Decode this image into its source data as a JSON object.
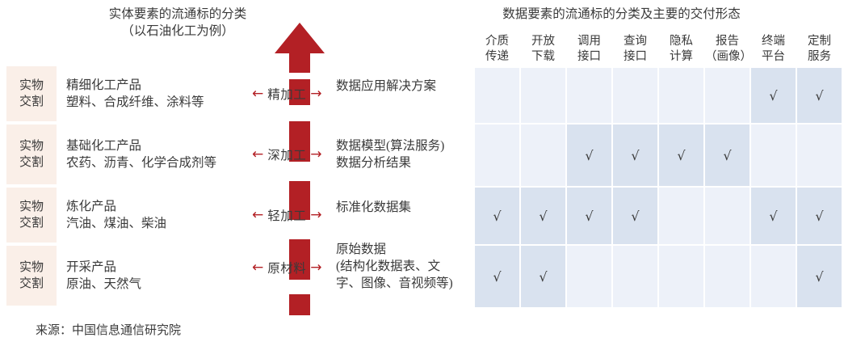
{
  "titles": {
    "left": "实体要素的流通标的分类\n（以石油化工为例）",
    "right": "数据要素的流通标的分类及主要的交付形态"
  },
  "source": "来源：中国信息通信研究院",
  "colors": {
    "arrow_red": "#b32025",
    "badge_bg": "#faefe8",
    "cell_off": "#edf1f9",
    "cell_on": "#d9e2ef",
    "text": "#3a3a3a"
  },
  "rows": [
    {
      "badge": "实物\n交割",
      "product": "精细化工产品\n塑料、合成纤维、涂料等",
      "process": "精加工",
      "data_output": "数据应用解决方案",
      "checks": [
        false,
        false,
        false,
        false,
        false,
        false,
        true,
        true
      ]
    },
    {
      "badge": "实物\n交割",
      "product": "基础化工产品\n农药、沥青、化学合成剂等",
      "process": "深加工",
      "data_output": "数据模型(算法服务)\n数据分析结果",
      "checks": [
        false,
        false,
        true,
        true,
        true,
        true,
        false,
        false
      ]
    },
    {
      "badge": "实物\n交割",
      "product": "炼化产品\n汽油、煤油、柴油",
      "process": "轻加工",
      "data_output": "标准化数据集",
      "checks": [
        true,
        true,
        true,
        true,
        false,
        false,
        true,
        true
      ]
    },
    {
      "badge": "实物\n交割",
      "product": "开采产品\n原油、天然气",
      "process": "原材料",
      "data_output": "原始数据\n(结构化数据表、文\n字、图像、音视频等)",
      "checks": [
        true,
        true,
        false,
        false,
        false,
        false,
        false,
        true
      ]
    }
  ],
  "table": {
    "columns": [
      "介质\n传递",
      "开放\n下载",
      "调用\n接口",
      "查询\n接口",
      "隐私\n计算",
      "报告\n（画像）",
      "终端\n平台",
      "定制\n服务"
    ],
    "check_glyph": "√"
  },
  "arrows": {
    "left_glyph": "←",
    "right_glyph": "→"
  }
}
